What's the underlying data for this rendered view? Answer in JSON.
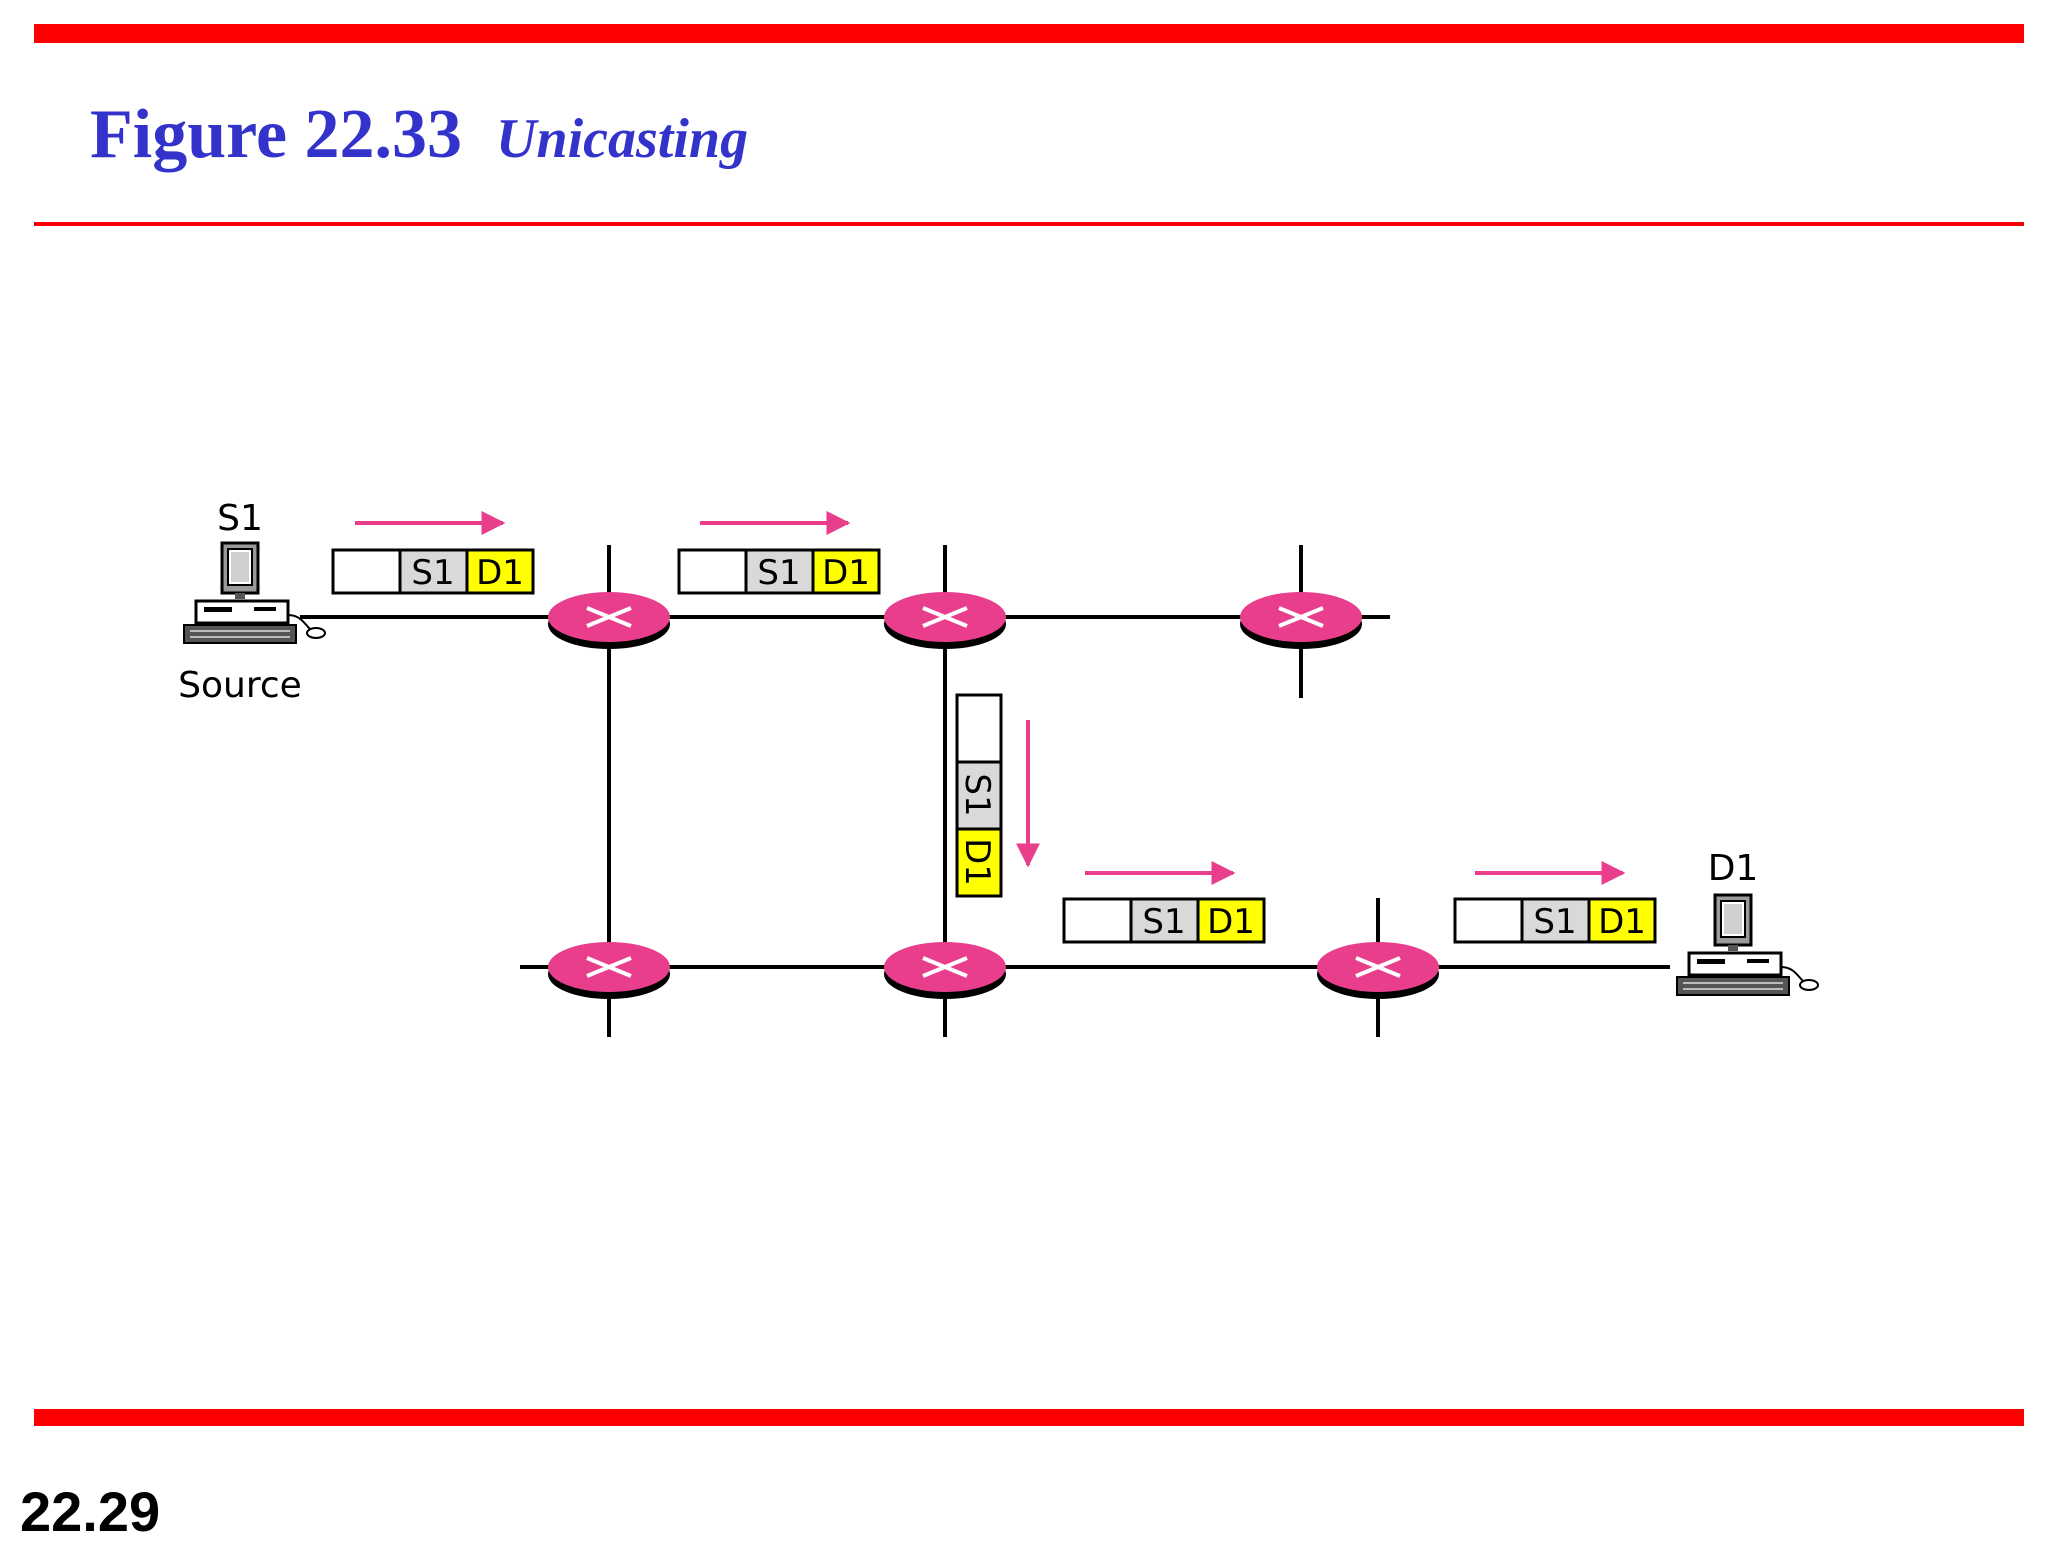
{
  "colors": {
    "rule": "#ff0000",
    "title": "#3333cc",
    "router": "#e83e8c",
    "arrow": "#e83e8c",
    "source_cell": "#d9d9d9",
    "dest_cell": "#ffff00"
  },
  "header": {
    "figure_number": "Figure 22.33",
    "figure_title": "Unicasting"
  },
  "footer": {
    "page_number": "22.29"
  },
  "diagram": {
    "source": {
      "address": "S1",
      "caption": "Source",
      "icon": "computer-icon"
    },
    "destination": {
      "address": "D1",
      "icon": "computer-icon"
    },
    "router_icon": "router-icon",
    "packet": {
      "source": "S1",
      "destination": "D1"
    }
  }
}
